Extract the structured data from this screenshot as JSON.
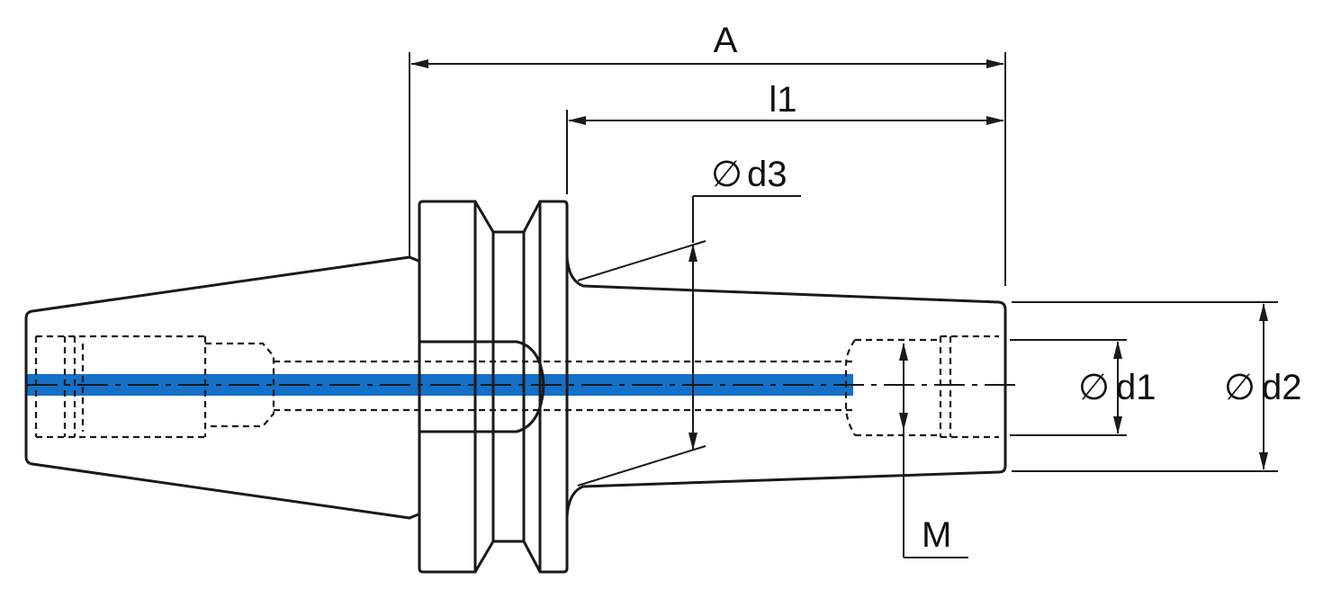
{
  "drawing": {
    "labels": {
      "dim_A": "A",
      "dim_l1": "l1",
      "dim_d3": "d3",
      "dim_d1": "d1",
      "dim_d2": "d2",
      "dim_M": "M"
    },
    "diameter_symbol": "∅",
    "colors": {
      "line": "#1a1a1a",
      "coolant_channel": "#1570c8",
      "background": "#ffffff"
    }
  }
}
